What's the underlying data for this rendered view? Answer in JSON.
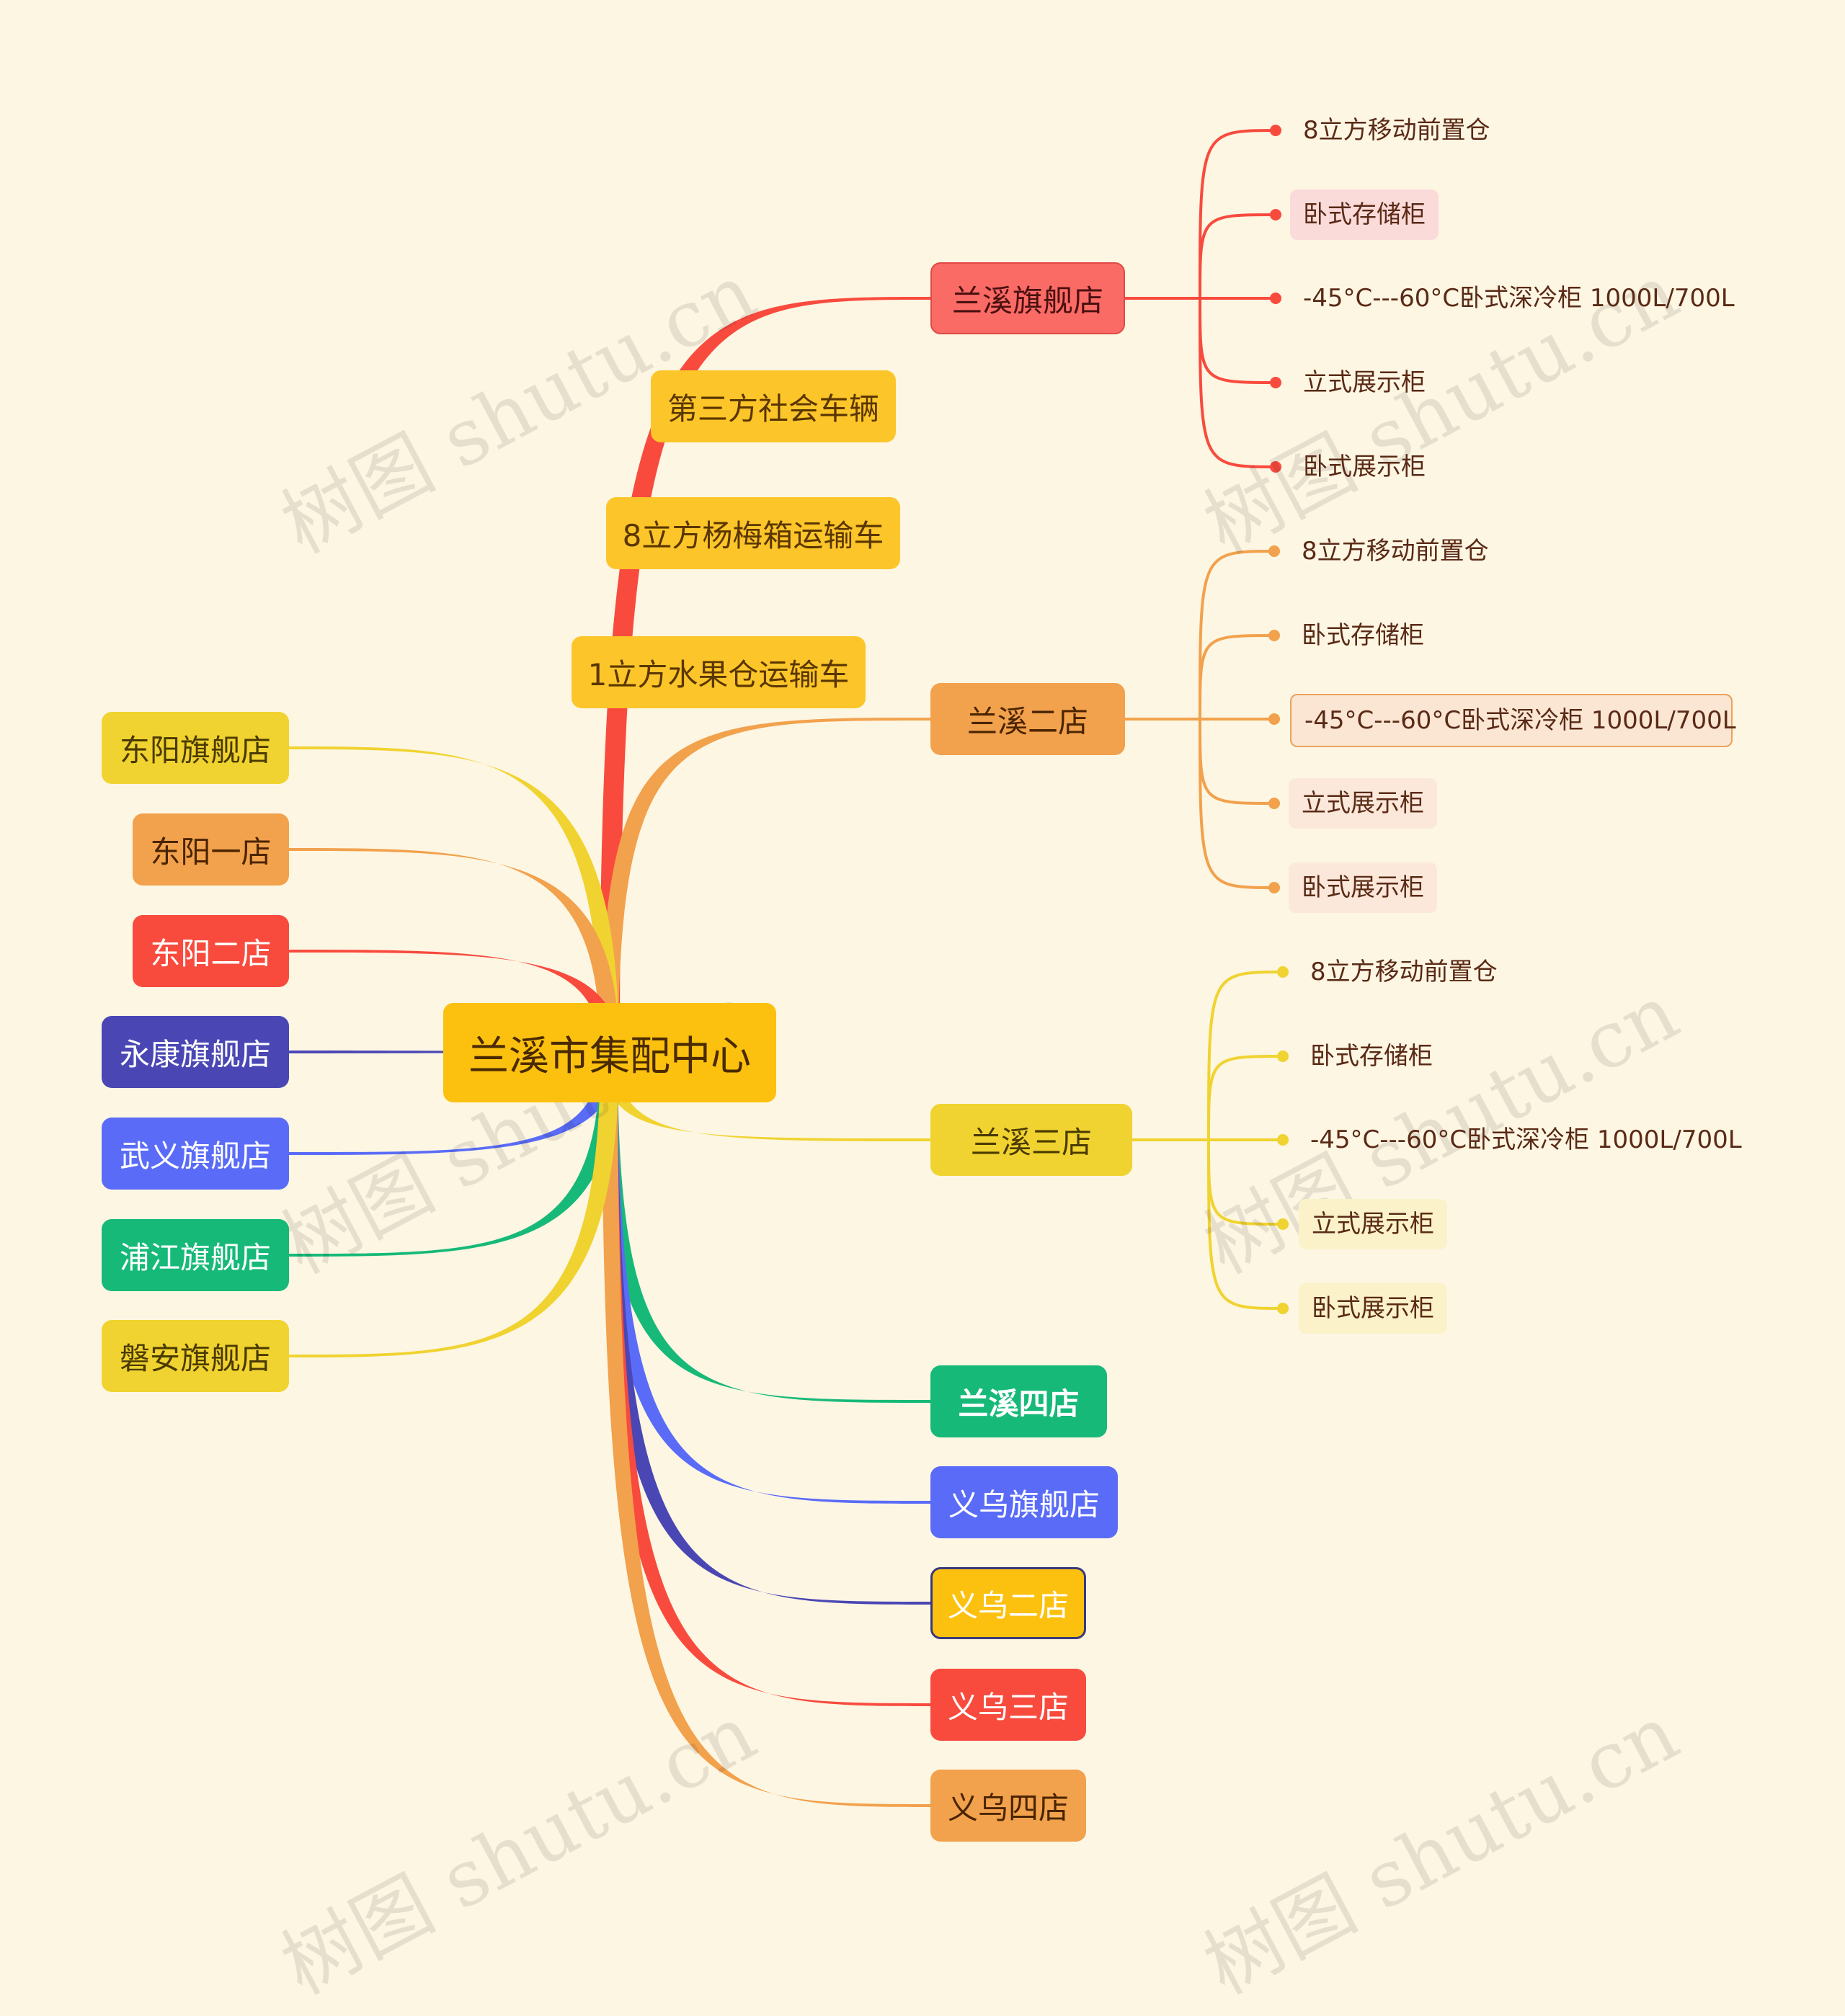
{
  "colors": {
    "background": "#fdf6e3",
    "center": "#fcc10f",
    "red": "#f84b3e",
    "orange": "#f2a14c",
    "yellow": "#f0d330",
    "green": "#16b978",
    "blue": "#5a6cf7",
    "indigo": "#4a47b4"
  },
  "watermark": "树图 shutu.cn",
  "center": {
    "label": "兰溪市集配中心"
  },
  "vehicles": [
    {
      "label": "第三方社会车辆"
    },
    {
      "label": "8立方杨梅箱运输车"
    },
    {
      "label": "1立方水果仓运输车"
    }
  ],
  "right_branches": [
    {
      "label": "兰溪旗舰店",
      "color": "red",
      "items": [
        "8立方移动前置仓",
        "卧式存储柜",
        "-45°C---60°C卧式深冷柜  1000L/700L",
        "立式展示柜",
        "卧式展示柜"
      ]
    },
    {
      "label": "兰溪二店",
      "color": "orange",
      "items": [
        "8立方移动前置仓",
        "卧式存储柜",
        "-45°C---60°C卧式深冷柜  1000L/700L",
        "立式展示柜",
        "卧式展示柜"
      ]
    },
    {
      "label": "兰溪三店",
      "color": "yellow",
      "items": [
        "8立方移动前置仓",
        "卧式存储柜",
        "-45°C---60°C卧式深冷柜  1000L/700L",
        "立式展示柜",
        "卧式展示柜"
      ]
    },
    {
      "label": "兰溪四店",
      "color": "green",
      "items": []
    },
    {
      "label": "义乌旗舰店",
      "color": "blue",
      "items": []
    },
    {
      "label": "义乌二店",
      "color": "center",
      "items": []
    },
    {
      "label": "义乌三店",
      "color": "red",
      "items": []
    },
    {
      "label": "义乌四店",
      "color": "orange",
      "items": []
    }
  ],
  "left_branches": [
    {
      "label": "东阳旗舰店",
      "color": "yellow"
    },
    {
      "label": "东阳一店",
      "color": "orange"
    },
    {
      "label": "东阳二店",
      "color": "red"
    },
    {
      "label": "永康旗舰店",
      "color": "indigo"
    },
    {
      "label": "武义旗舰店",
      "color": "blue"
    },
    {
      "label": "浦江旗舰店",
      "color": "green"
    },
    {
      "label": "磐安旗舰店",
      "color": "yellow"
    }
  ]
}
